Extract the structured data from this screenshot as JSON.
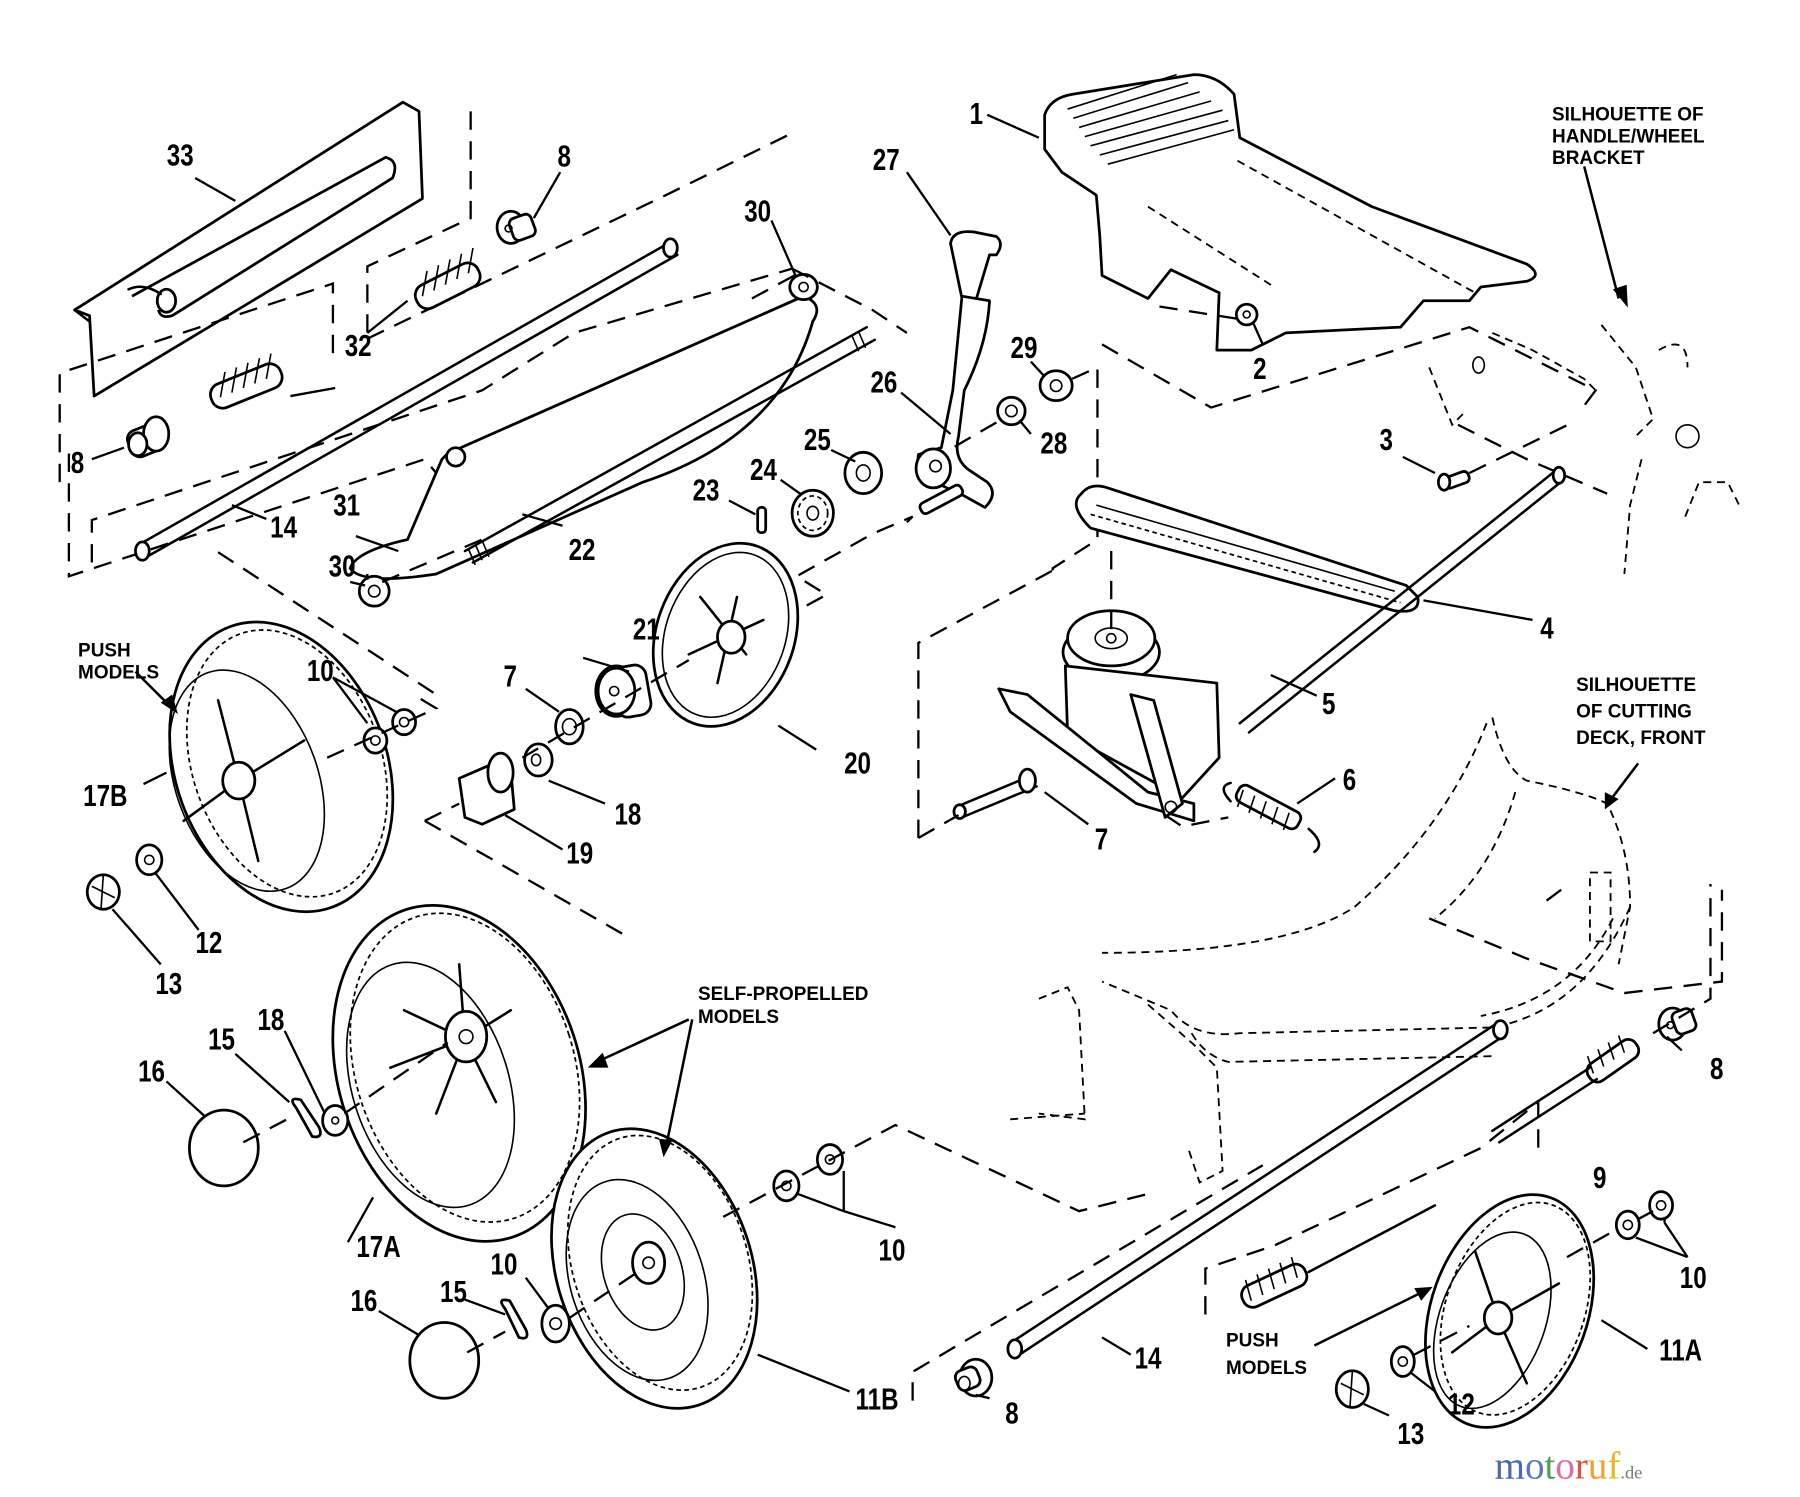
{
  "diagram": {
    "title": "Lawn mower wheels, axles, drive and transmission — exploded parts view",
    "part_labels": [
      {
        "id": "p1",
        "text": "1"
      },
      {
        "id": "p2",
        "text": "2"
      },
      {
        "id": "p3",
        "text": "3"
      },
      {
        "id": "p4",
        "text": "4"
      },
      {
        "id": "p5",
        "text": "5"
      },
      {
        "id": "p6",
        "text": "6"
      },
      {
        "id": "p7a",
        "text": "7"
      },
      {
        "id": "p7b",
        "text": "7"
      },
      {
        "id": "p8a",
        "text": "8"
      },
      {
        "id": "p8b",
        "text": "8"
      },
      {
        "id": "p8c",
        "text": "8"
      },
      {
        "id": "p8d",
        "text": "8"
      },
      {
        "id": "p9",
        "text": "9"
      },
      {
        "id": "p10a",
        "text": "10"
      },
      {
        "id": "p10b",
        "text": "10"
      },
      {
        "id": "p10c",
        "text": "10"
      },
      {
        "id": "p10d",
        "text": "10"
      },
      {
        "id": "p11a",
        "text": "11A"
      },
      {
        "id": "p11b",
        "text": "11B"
      },
      {
        "id": "p12a",
        "text": "12"
      },
      {
        "id": "p12b",
        "text": "12"
      },
      {
        "id": "p13a",
        "text": "13"
      },
      {
        "id": "p13b",
        "text": "13"
      },
      {
        "id": "p14a",
        "text": "14"
      },
      {
        "id": "p14b",
        "text": "14"
      },
      {
        "id": "p15a",
        "text": "15"
      },
      {
        "id": "p15b",
        "text": "15"
      },
      {
        "id": "p16a",
        "text": "16"
      },
      {
        "id": "p16b",
        "text": "16"
      },
      {
        "id": "p17a",
        "text": "17A"
      },
      {
        "id": "p17b",
        "text": "17B"
      },
      {
        "id": "p18a",
        "text": "18"
      },
      {
        "id": "p18b",
        "text": "18"
      },
      {
        "id": "p19",
        "text": "19"
      },
      {
        "id": "p20",
        "text": "20"
      },
      {
        "id": "p21",
        "text": "21"
      },
      {
        "id": "p22",
        "text": "22"
      },
      {
        "id": "p23",
        "text": "23"
      },
      {
        "id": "p24",
        "text": "24"
      },
      {
        "id": "p25",
        "text": "25"
      },
      {
        "id": "p26",
        "text": "26"
      },
      {
        "id": "p27",
        "text": "27"
      },
      {
        "id": "p28",
        "text": "28"
      },
      {
        "id": "p29",
        "text": "29"
      },
      {
        "id": "p30a",
        "text": "30"
      },
      {
        "id": "p30b",
        "text": "30"
      },
      {
        "id": "p31",
        "text": "31"
      },
      {
        "id": "p32a",
        "text": "32"
      },
      {
        "id": "p33",
        "text": "33"
      }
    ],
    "notes": {
      "handle_bracket": [
        "SILHOUETTE OF",
        "HANDLE/WHEEL",
        "BRACKET"
      ],
      "cutting_deck": [
        "SILHOUETTE",
        "OF CUTTING",
        "DECK, FRONT"
      ],
      "push_models_left": [
        "PUSH",
        "MODELS"
      ],
      "push_models_right": [
        "PUSH",
        "MODELS"
      ],
      "self_propelled": [
        "SELF-PROPELLED",
        "MODELS"
      ]
    }
  },
  "watermark": {
    "letters": [
      {
        "ch": "m",
        "color": "#4a68ad"
      },
      {
        "ch": "o",
        "color": "#5a78b8"
      },
      {
        "ch": "t",
        "color": "#4aa455"
      },
      {
        "ch": "o",
        "color": "#e46aa6"
      },
      {
        "ch": "r",
        "color": "#e0503c"
      },
      {
        "ch": "u",
        "color": "#f0a030"
      },
      {
        "ch": "f",
        "color": "#e8b820"
      }
    ],
    "suffix": ".de"
  }
}
